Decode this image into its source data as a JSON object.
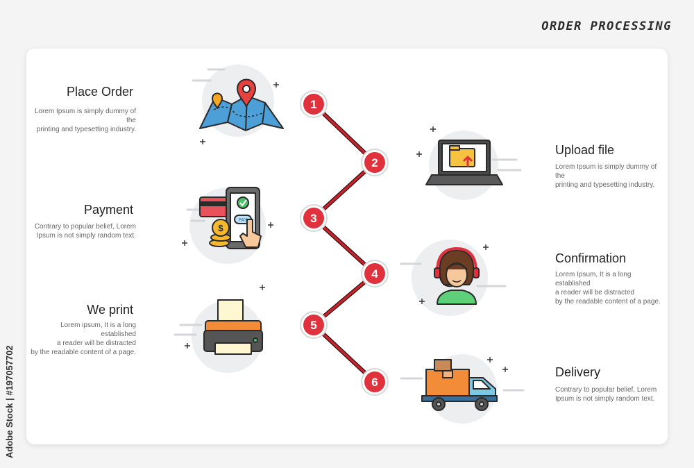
{
  "header": {
    "title": "ORDER PROCESSING"
  },
  "credit": "Adobe Stock | #197057702",
  "colors": {
    "connector": "#8b1a22",
    "node": "#e0323c",
    "node_ring": "#ffffff",
    "blob": "#e9eaec"
  },
  "steps": [
    {
      "number": "1",
      "title": "Place Order",
      "desc": "Lorem Ipsum is simply dummy of the\nprinting and typesetting industry.",
      "side": "left",
      "icon": "map-pin-icon"
    },
    {
      "number": "2",
      "title": "Upload file",
      "desc": "Lorem Ipsum is simply dummy of the\nprinting and typesetting industry.",
      "side": "right",
      "icon": "laptop-upload-icon"
    },
    {
      "number": "3",
      "title": "Payment",
      "desc": "Contrary to popular belief, Lorem\nIpsum is not simply random text.",
      "side": "left",
      "icon": "mobile-payment-icon"
    },
    {
      "number": "4",
      "title": "Confirmation",
      "desc": "Lorem Ipsum, It is a long established\na reader will be distracted\nby the readable content of a page.",
      "side": "right",
      "icon": "support-agent-icon"
    },
    {
      "number": "5",
      "title": "We print",
      "desc": "Lorem ipsum, It is a long established\na reader will be distracted\nby the readable content of a page.",
      "side": "left",
      "icon": "printer-icon"
    },
    {
      "number": "6",
      "title": "Delivery",
      "desc": "Contrary to popular belief, Lorem\nIpsum is not simply random text.",
      "side": "right",
      "icon": "delivery-truck-icon"
    }
  ]
}
